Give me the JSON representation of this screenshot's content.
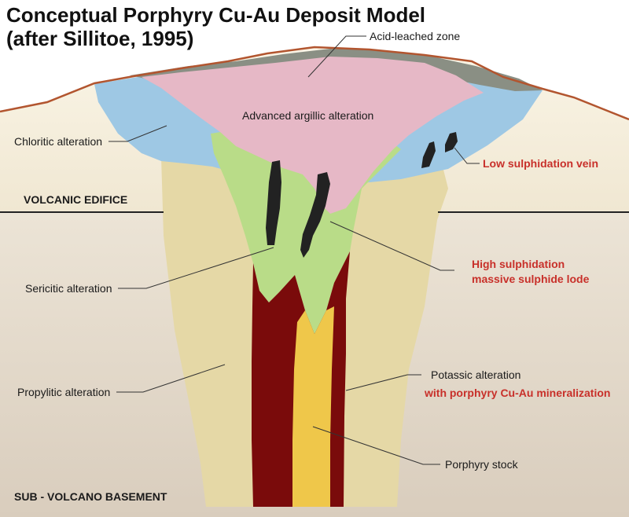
{
  "title": {
    "line1": "Conceptual Porphyry Cu-Au Deposit Model",
    "line2": "(after Sillitoe, 1995)"
  },
  "labels": {
    "acid_leached": "Acid-leached zone",
    "advanced_argillic": "Advanced argillic alteration",
    "chloritic": "Chloritic alteration",
    "low_sulphidation": "Low sulphidation vein",
    "volcanic_edifice": "VOLCANIC EDIFICE",
    "high_sulphidation_1": "High sulphidation",
    "high_sulphidation_2": "massive sulphide lode",
    "sericitic": "Sericitic alteration",
    "potassic": "Potassic alteration",
    "porphyry_mineralization": "with porphyry Cu-Au mineralization",
    "propylitic": "Propylitic alteration",
    "porphyry_stock": "Porphyry stock",
    "basement": "SUB - VOLCANO BASEMENT"
  },
  "colors": {
    "sky": "#ffffff",
    "edifice": "#f6efde",
    "basement": "#e0d6c8",
    "topo_line": "#b2552f",
    "acid_leached": "#8a8f84",
    "advanced_argillic": "#e6b8c6",
    "chloritic": "#9ec8e4",
    "propylitic": "#e5d8a6",
    "sericitic": "#b9dc88",
    "potassic": "#7a0b0b",
    "porphyry_stock": "#efc74a",
    "vein": "#222222",
    "accent_red": "#c8302a"
  }
}
